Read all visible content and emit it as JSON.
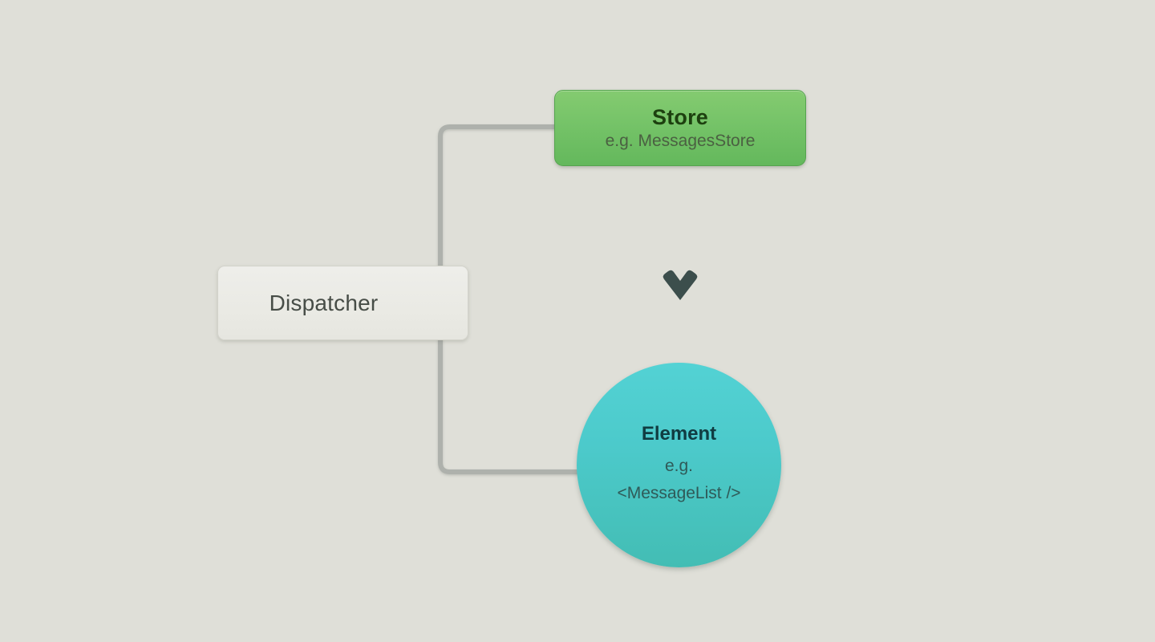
{
  "diagram": {
    "type": "flux-data-flow",
    "background_color": "#dfdfd8",
    "nodes": [
      {
        "id": "store",
        "shape": "rounded-rect",
        "title": "Store",
        "subtitle": "e.g. MessagesStore",
        "fill_top": "#84cb70",
        "fill_bottom": "#64b85c",
        "title_color": "#1d400f",
        "subtitle_color": "#4b6042"
      },
      {
        "id": "dispatcher",
        "shape": "rounded-rect",
        "title": "Dispatcher",
        "fill_top": "#eeeeea",
        "fill_bottom": "#e6e6e0",
        "title_color": "#474d47"
      },
      {
        "id": "element",
        "shape": "circle",
        "title": "Element",
        "subtitle_line1": "e.g.",
        "subtitle_line2": "<MessageList />",
        "fill_top": "#53d2d4",
        "fill_bottom": "#43bdb4",
        "title_color": "#103c41",
        "subtitle_color": "#2f5a58"
      }
    ],
    "edges": [
      {
        "id": "store-to-element",
        "from": "store",
        "to": "element",
        "direction": "down",
        "arrow": true,
        "line_color": "#aeb1ac",
        "arrow_color": "#3c4e4c"
      },
      {
        "id": "element-to-dispatcher",
        "from": "element",
        "to": "dispatcher",
        "direction": "up",
        "arrow": true,
        "line_color": "#aeb1ac",
        "arrow_color": "#3c4e4c",
        "routing": "orthogonal-left-loop"
      },
      {
        "id": "dispatcher-to-store",
        "from": "dispatcher",
        "to": "store",
        "direction": "right",
        "arrow": false,
        "line_color": "#aeb1ac"
      }
    ]
  }
}
